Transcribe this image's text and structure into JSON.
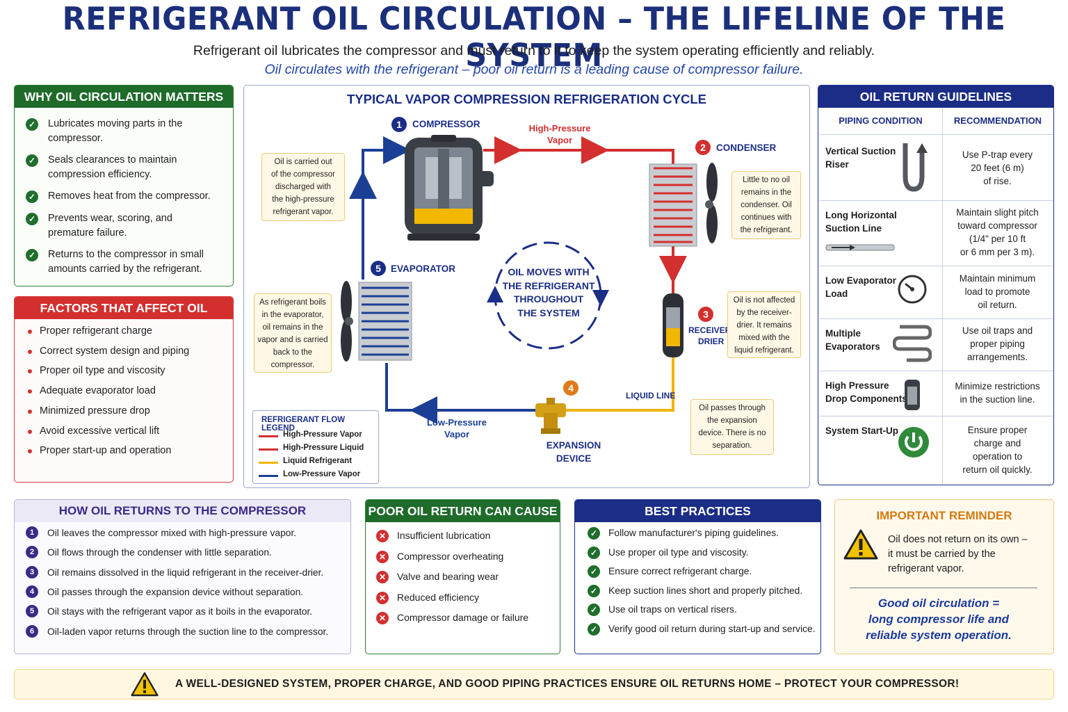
{
  "header": {
    "title": "REFRIGERANT OIL CIRCULATION – THE LIFELINE OF THE SYSTEM",
    "subtitle": "Refrigerant oil lubricates the compressor and must return to it to keep the system operating efficiently and reliably.",
    "tagline": "Oil circulates with the refrigerant – poor oil return is a leading cause of compressor failure."
  },
  "why": {
    "title": "WHY OIL CIRCULATION MATTERS",
    "items": [
      {
        "l1": "Lubricates moving parts in the",
        "l2": "compressor."
      },
      {
        "l1": "Seals clearances to maintain",
        "l2": "compression efficiency."
      },
      {
        "l1": "Removes heat from the compressor.",
        "l2": ""
      },
      {
        "l1": "Prevents wear, scoring, and",
        "l2": "premature failure."
      },
      {
        "l1": "Returns to the compressor in small",
        "l2": "amounts carried by the refrigerant."
      }
    ]
  },
  "factors": {
    "title": "FACTORS THAT AFFECT OIL RETURN",
    "items": [
      "Proper refrigerant charge",
      "Correct system design and piping",
      "Proper oil type and viscosity",
      "Adequate evaporator load",
      "Minimized pressure drop",
      "Avoid excessive vertical lift",
      "Proper start-up and operation"
    ]
  },
  "cycle": {
    "title": "TYPICAL VAPOR COMPRESSION REFRIGERATION CYCLE",
    "components": [
      {
        "num": "1",
        "name": "COMPRESSOR"
      },
      {
        "num": "2",
        "name": "CONDENSER"
      },
      {
        "num": "3",
        "name": "RECEIVER-",
        "name2": "DRIER"
      },
      {
        "num": "4",
        "name": "EXPANSION",
        "name2": "DEVICE"
      },
      {
        "num": "5",
        "name": "EVAPORATOR"
      }
    ],
    "line_labels": {
      "hp_vapor": [
        "High-Pressure",
        "Vapor"
      ],
      "lp_vapor": [
        "Low-Pressure",
        "Vapor"
      ],
      "liquid_line": "LIQUID LINE"
    },
    "center_text": [
      "OIL MOVES WITH",
      "THE REFRIGERANT",
      "THROUGHOUT",
      "THE SYSTEM"
    ],
    "notes": {
      "compressor": [
        "Oil is carried out",
        "of the compressor",
        "discharged with",
        "the high-pressure",
        "refrigerant vapor."
      ],
      "condenser": [
        "Little to no oil",
        "remains in the",
        "condenser. Oil",
        "continues with",
        "the refrigerant."
      ],
      "receiver": [
        "Oil is not affected",
        "by the receiver-",
        "drier. It remains",
        "mixed with the",
        "liquid refrigerant."
      ],
      "expansion": [
        "Oil passes through",
        "the expansion",
        "device. There is no",
        "separation."
      ],
      "evaporator": [
        "As refrigerant boils",
        "in the evaporator,",
        "oil remains in the",
        "vapor and is carried",
        "back to the",
        "compressor."
      ]
    },
    "legend": {
      "title": "REFRIGERANT FLOW LEGEND",
      "entries": [
        {
          "label": "High-Pressure Vapor",
          "color": "#d32f2f"
        },
        {
          "label": "High-Pressure Liquid",
          "color": "#d32f2f"
        },
        {
          "label": "Liquid Refrigerant",
          "color": "#f0b400"
        },
        {
          "label": "Low-Pressure Vapor",
          "color": "#1b3f94"
        }
      ]
    }
  },
  "guidelines": {
    "title": "OIL RETURN GUIDELINES",
    "col1": "PIPING CONDITION",
    "col2": "RECOMMENDATION",
    "rows": [
      {
        "cond": [
          "Vertical Suction",
          "Riser"
        ],
        "icon": "p-trap-icon",
        "rec": [
          "Use P-trap every",
          "20 feet (6 m)",
          "of rise."
        ]
      },
      {
        "cond": [
          "Long Horizontal",
          "Suction Line"
        ],
        "icon": "pitched-pipe-icon",
        "rec": [
          "Maintain slight pitch",
          "toward compressor",
          "(1/4\" per 10 ft",
          "or 6 mm per 3 m)."
        ]
      },
      {
        "cond": [
          "Low Evaporator",
          "Load"
        ],
        "icon": "gauge-icon",
        "rec": [
          "Maintain minimum",
          "load to promote",
          "oil return."
        ]
      },
      {
        "cond": [
          "Multiple",
          "Evaporators"
        ],
        "icon": "coil-icon",
        "rec": [
          "Use oil traps and",
          "proper piping",
          "arrangements."
        ]
      },
      {
        "cond": [
          "High Pressure",
          "Drop Components"
        ],
        "icon": "filter-icon",
        "rec": [
          "Minimize restrictions",
          "in the suction line."
        ]
      },
      {
        "cond": [
          "System Start-Up",
          ""
        ],
        "icon": "power-icon",
        "rec": [
          "Ensure proper",
          "charge and",
          "operation to",
          "return oil quickly."
        ]
      }
    ]
  },
  "how": {
    "title": "HOW OIL RETURNS TO THE COMPRESSOR",
    "steps": [
      {
        "n": "1",
        "text": "Oil leaves the compressor mixed with high-pressure vapor."
      },
      {
        "n": "2",
        "text": "Oil flows through the condenser with little separation."
      },
      {
        "n": "3",
        "text": "Oil remains dissolved in the liquid refrigerant in the receiver-drier."
      },
      {
        "n": "4",
        "text": "Oil passes through the expansion device without separation."
      },
      {
        "n": "5",
        "text": "Oil stays with the refrigerant vapor as it boils in the evaporator."
      },
      {
        "n": "6",
        "text": "Oil-laden vapor returns through the suction line to the compressor."
      }
    ]
  },
  "poor": {
    "title": "POOR OIL RETURN CAN CAUSE",
    "items": [
      "Insufficient lubrication",
      "Compressor overheating",
      "Valve and bearing wear",
      "Reduced efficiency",
      "Compressor damage or failure"
    ]
  },
  "best": {
    "title": "BEST PRACTICES",
    "items": [
      "Follow manufacturer's piping guidelines.",
      "Use proper oil type and viscosity.",
      "Ensure correct refrigerant charge.",
      "Keep suction lines short and properly pitched.",
      "Use oil traps on vertical risers.",
      "Verify good oil return during start-up and service."
    ]
  },
  "reminder": {
    "title": "IMPORTANT REMINDER",
    "text": [
      "Oil does not return on its own –",
      "it must be carried by the",
      "refrigerant vapor."
    ],
    "quote": [
      "Good oil circulation =",
      "long compressor life and",
      "reliable system operation."
    ]
  },
  "footer": {
    "text": "A WELL-DESIGNED SYSTEM, PROPER CHARGE, AND GOOD PIPING PRACTICES ENSURE OIL RETURNS HOME – PROTECT YOUR COMPRESSOR!"
  },
  "colors": {
    "navy": "#1b2d86",
    "green": "#1e6b2a",
    "red": "#d32f2f",
    "orange": "#e07b1a",
    "gold": "#f0b400",
    "blue_line": "#1b3f94"
  }
}
